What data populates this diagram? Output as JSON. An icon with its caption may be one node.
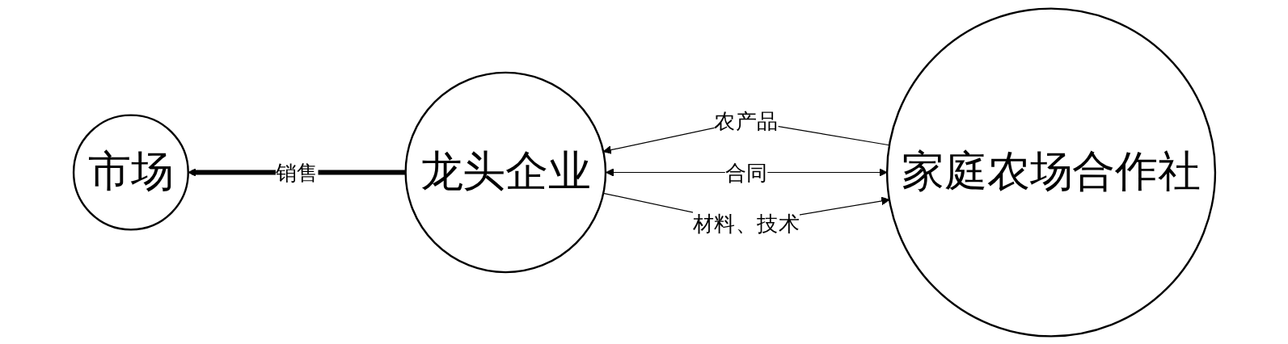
{
  "diagram": {
    "nodes": [
      {
        "text": [
          "市场"
        ]
      },
      {
        "text": [
          "龙头企业"
        ]
      },
      {
        "text": [
          "家庭农场合作社"
        ]
      }
    ],
    "edges": [
      {
        "from": 1,
        "to": 0,
        "arrow": "to",
        "label": "销售",
        "style": "thick"
      },
      {
        "from": 2,
        "to": 1,
        "arrow": "to",
        "label": "农产品"
      },
      {
        "from": 1,
        "to": 2,
        "arrow": "both",
        "label": "合同"
      },
      {
        "from": 1,
        "to": 2,
        "arrow": "to",
        "label": "材料、技术"
      }
    ]
  }
}
